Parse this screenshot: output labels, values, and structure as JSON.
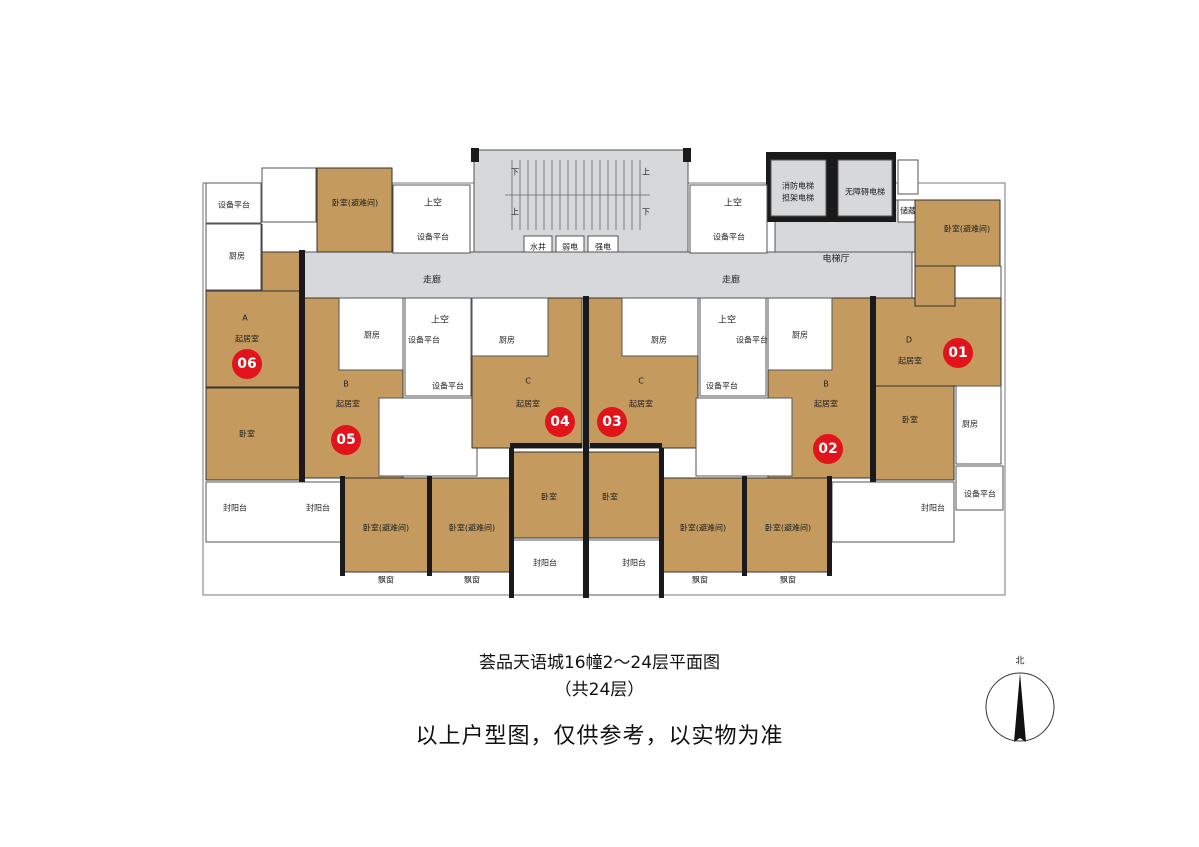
{
  "title_line1": "荟品天语城16幢2～24层平面图",
  "title_line2": "（共24层）",
  "disclaimer": "以上户型图，仅供参考，以实物为准",
  "north_label": "北",
  "colors": {
    "room": "#c49a5e",
    "badge": "#e1141b",
    "core": "#d7d8da"
  },
  "units": [
    {
      "id": "01",
      "type": "D"
    },
    {
      "id": "02",
      "type": "B"
    },
    {
      "id": "03",
      "type": "C"
    },
    {
      "id": "04",
      "type": "C"
    },
    {
      "id": "05",
      "type": "B"
    },
    {
      "id": "06",
      "type": "A"
    }
  ],
  "labels": {
    "living": "起居室",
    "bedroom": "卧室",
    "bedroom_refuge": "卧室(避难间)",
    "kitchen": "厨房",
    "enclosed_balcony": "封阳台",
    "bay_window": "飘窗",
    "equipment_platform": "设备平台",
    "void": "上空",
    "corridor": "走廊",
    "elevator_hall": "电梯厅",
    "water_shaft": "水井",
    "weak_current": "弱电",
    "strong_current": "强电",
    "fire_elevator": "消防电梯",
    "stretcher_elevator": "担架电梯",
    "accessible_elevator": "无障碍电梯",
    "storage": "储藏",
    "up": "上",
    "down": "下"
  }
}
